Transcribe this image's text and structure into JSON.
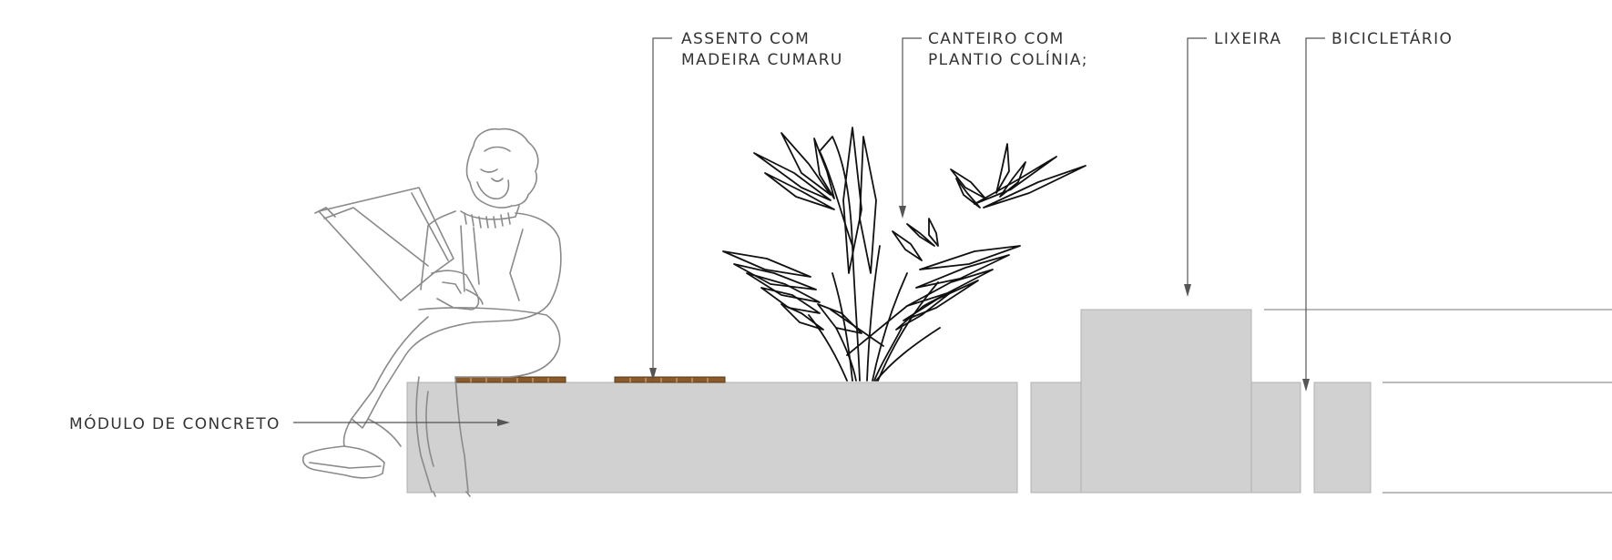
{
  "labels": {
    "seat": [
      "ASSENTO COM",
      "MADEIRA CUMARU"
    ],
    "planter": [
      "CANTEIRO COM",
      "PLANTIO COLÍNIA;"
    ],
    "bin": "LIXEIRA",
    "bike_rack": "BICICLETÁRIO",
    "module": "MÓDULO DE CONCRETO"
  },
  "colors": {
    "concrete": "#d1d1d1",
    "concrete_edge": "#b0b0b0",
    "wood": "#8a5a2b",
    "leader": "#555555",
    "figure_stroke": "#8a8a8a",
    "plant_stroke": "#111111"
  }
}
